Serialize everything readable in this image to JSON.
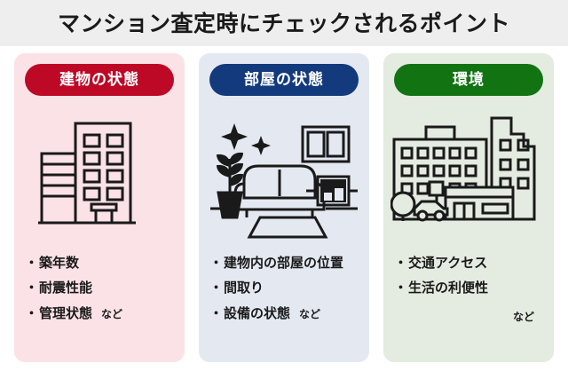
{
  "header": {
    "title": "マンション査定時にチェックされるポイント",
    "band_color": "#eeeeee",
    "text_color": "#1a1a1a"
  },
  "columns": [
    {
      "id": "building",
      "pill_label": "建物の状態",
      "pill_color": "#bd0926",
      "card_color": "#fbe2e7",
      "illustration": "apartment-building-icon",
      "items": [
        {
          "bullet": "・",
          "text": "築年数",
          "suffix": ""
        },
        {
          "bullet": "・",
          "text": "耐震性能",
          "suffix": ""
        },
        {
          "bullet": "・",
          "text": "管理状態",
          "suffix": "など"
        }
      ],
      "trailing_note": ""
    },
    {
      "id": "room",
      "pill_label": "部屋の状態",
      "pill_color": "#133a7c",
      "card_color": "#e4e9f1",
      "illustration": "living-room-sofa-icon",
      "items": [
        {
          "bullet": "・",
          "text": "建物内の部屋の位置",
          "suffix": ""
        },
        {
          "bullet": "・",
          "text": "間取り",
          "suffix": ""
        },
        {
          "bullet": "・",
          "text": "設備の状態",
          "suffix": "など"
        }
      ],
      "trailing_note": ""
    },
    {
      "id": "environment",
      "pill_label": "環境",
      "pill_color": "#127312",
      "card_color": "#e4ebe0",
      "illustration": "cityscape-icon",
      "items": [
        {
          "bullet": "・",
          "text": "交通アクセス",
          "suffix": ""
        },
        {
          "bullet": "・",
          "text": "生活の利便性",
          "suffix": ""
        }
      ],
      "trailing_note": "など"
    }
  ]
}
